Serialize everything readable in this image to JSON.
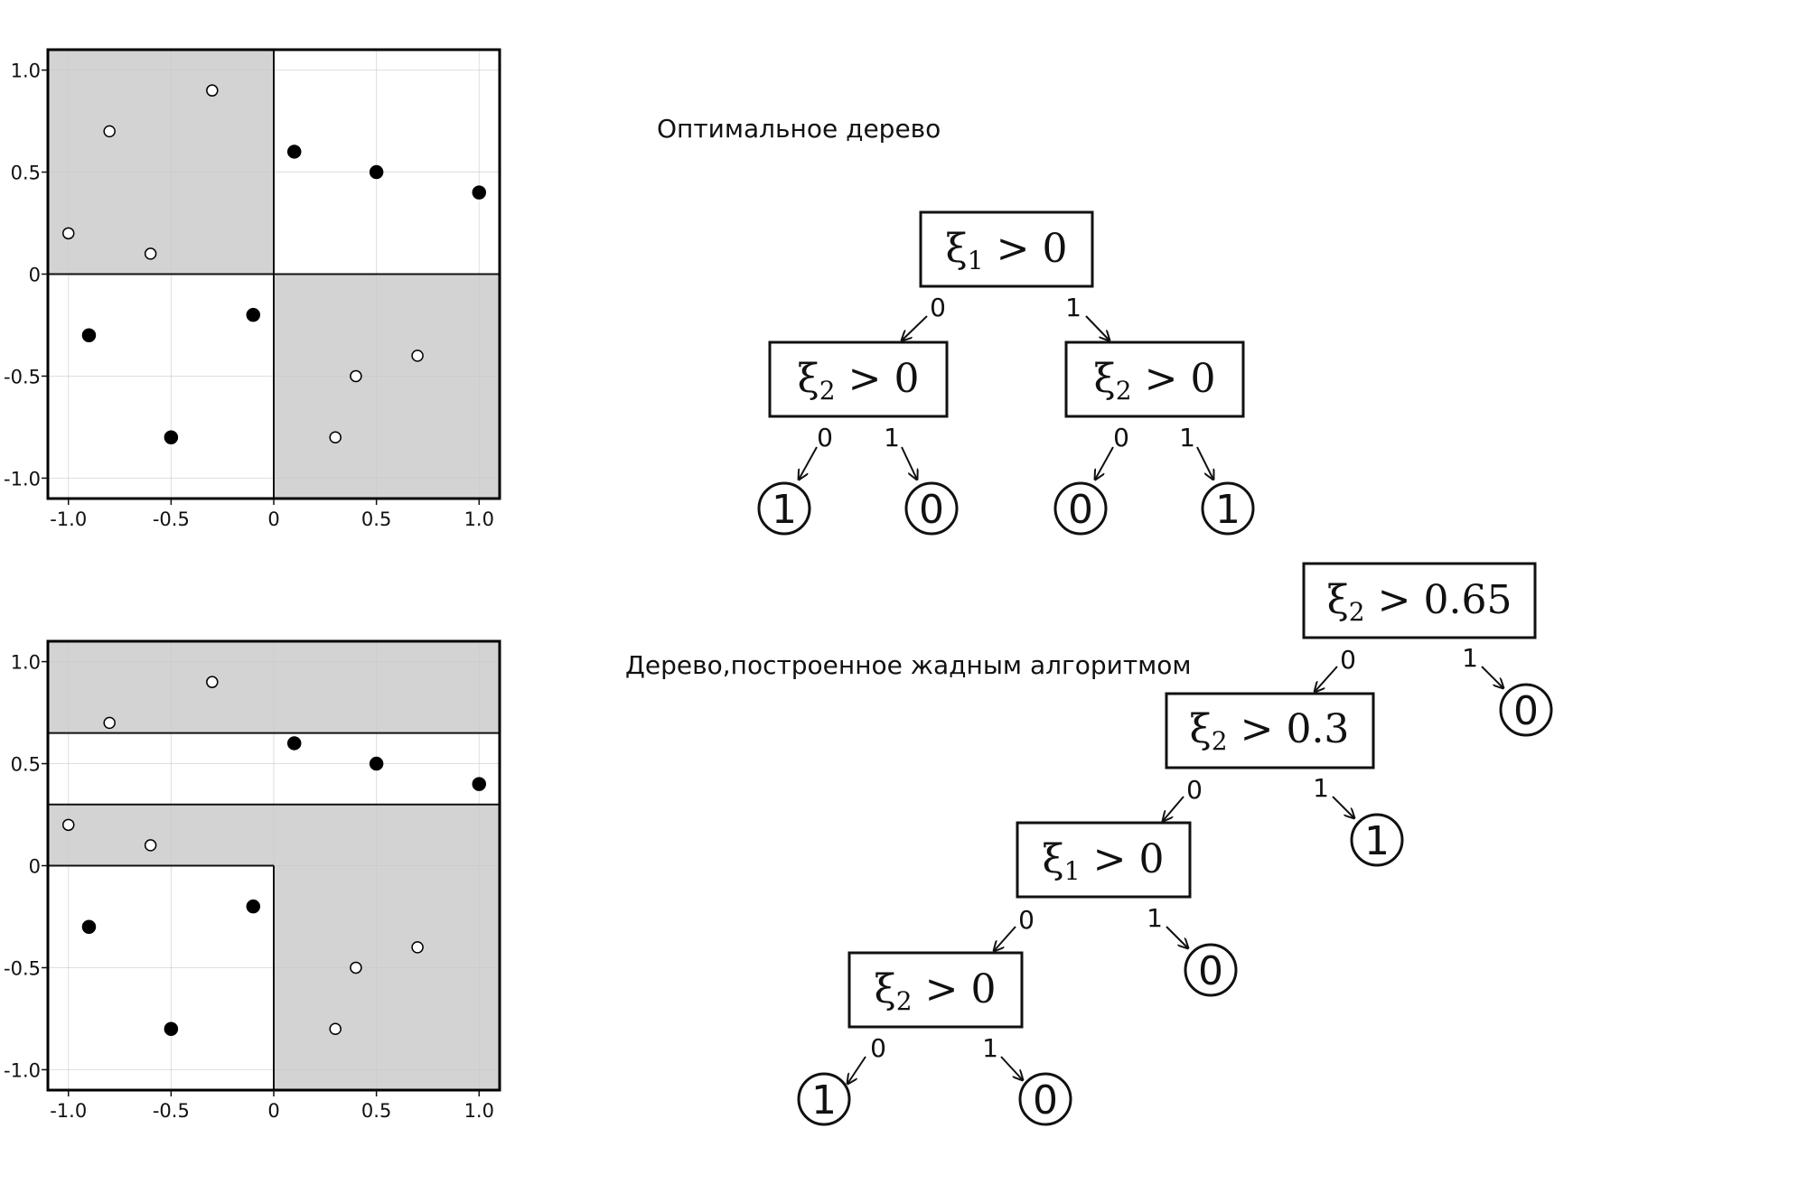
{
  "plots": [
    {
      "x_ticks": [
        "-1.0",
        "-0.5",
        "0",
        "0.5",
        "1.0"
      ],
      "y_ticks": [
        "1.0",
        "0.5",
        "0",
        "-0.5",
        "-1.0"
      ],
      "xlim": [
        -1.1,
        1.1
      ],
      "ylim": [
        -1.1,
        1.1
      ],
      "shaded_regions": [
        {
          "x": [
            -1.1,
            0
          ],
          "y": [
            0,
            1.1
          ]
        },
        {
          "x": [
            0,
            1.1
          ],
          "y": [
            -1.1,
            0
          ]
        }
      ],
      "lines": [
        {
          "x": [
            0,
            0
          ],
          "y": [
            -1.1,
            1.1
          ]
        },
        {
          "x": [
            -1.1,
            1.1
          ],
          "y": [
            0,
            0
          ]
        }
      ]
    },
    {
      "x_ticks": [
        "-1.0",
        "-0.5",
        "0",
        "0.5",
        "1.0"
      ],
      "y_ticks": [
        "1.0",
        "0.5",
        "0",
        "-0.5",
        "-1.0"
      ],
      "xlim": [
        -1.1,
        1.1
      ],
      "ylim": [
        -1.1,
        1.1
      ],
      "shaded_regions": [
        {
          "x": [
            -1.1,
            1.1
          ],
          "y": [
            0.65,
            1.1
          ]
        },
        {
          "x": [
            -1.1,
            1.1
          ],
          "y": [
            0,
            0.3
          ]
        },
        {
          "x": [
            0,
            1.1
          ],
          "y": [
            -1.1,
            0
          ]
        }
      ],
      "lines": [
        {
          "x": [
            -1.1,
            1.1
          ],
          "y": [
            0.65,
            0.65
          ]
        },
        {
          "x": [
            -1.1,
            1.1
          ],
          "y": [
            0.3,
            0.3
          ]
        },
        {
          "x": [
            -1.1,
            0
          ],
          "y": [
            0,
            0
          ]
        },
        {
          "x": [
            0,
            0
          ],
          "y": [
            -1.1,
            0
          ]
        }
      ]
    }
  ],
  "chart_data": [
    {
      "type": "scatter",
      "xlim": [
        -1.1,
        1.1
      ],
      "ylim": [
        -1.1,
        1.1
      ],
      "grid": true,
      "series": [
        {
          "marker": "hollow",
          "x": [
            -1.0,
            -0.8,
            -0.6,
            -0.3,
            0.3,
            0.4,
            0.7
          ],
          "y": [
            0.2,
            0.7,
            0.1,
            0.9,
            -0.8,
            -0.5,
            -0.4
          ]
        },
        {
          "marker": "filled",
          "x": [
            -0.9,
            -0.5,
            -0.1,
            0.1,
            0.5,
            1.0
          ],
          "y": [
            -0.3,
            -0.8,
            -0.2,
            0.6,
            0.5,
            0.4
          ]
        }
      ]
    },
    {
      "type": "scatter",
      "xlim": [
        -1.1,
        1.1
      ],
      "ylim": [
        -1.1,
        1.1
      ],
      "grid": true,
      "series": [
        {
          "marker": "hollow",
          "x": [
            -1.0,
            -0.8,
            -0.6,
            -0.3,
            0.3,
            0.4,
            0.7
          ],
          "y": [
            0.2,
            0.7,
            0.1,
            0.9,
            -0.8,
            -0.5,
            -0.4
          ]
        },
        {
          "marker": "filled",
          "x": [
            -0.9,
            -0.5,
            -0.1,
            0.1,
            0.5,
            1.0
          ],
          "y": [
            -0.3,
            -0.8,
            -0.2,
            0.6,
            0.5,
            0.4
          ]
        }
      ]
    }
  ],
  "trees": {
    "optimal": {
      "heading": "Оптимальное дерево",
      "nodes": [
        {
          "var": "ξ",
          "idx": "1",
          "cond": " > 0"
        },
        {
          "var": "ξ",
          "idx": "2",
          "cond": " > 0"
        },
        {
          "var": "ξ",
          "idx": "2",
          "cond": " > 0"
        }
      ],
      "leaves": [
        "1",
        "0",
        "0",
        "1"
      ],
      "edges": [
        "0",
        "1",
        "0",
        "1",
        "0",
        "1"
      ]
    },
    "greedy": {
      "heading": "Дерево,построенное жадным алгоритмом",
      "nodes": [
        {
          "var": "ξ",
          "idx": "2",
          "cond": " > 0.65"
        },
        {
          "var": "ξ",
          "idx": "2",
          "cond": " > 0.3"
        },
        {
          "var": "ξ",
          "idx": "1",
          "cond": " > 0"
        },
        {
          "var": "ξ",
          "idx": "2",
          "cond": " > 0"
        }
      ],
      "leaves": [
        "0",
        "1",
        "0",
        "1",
        "0"
      ],
      "edges": [
        "0",
        "1",
        "0",
        "1",
        "0",
        "1",
        "0",
        "1"
      ]
    }
  }
}
